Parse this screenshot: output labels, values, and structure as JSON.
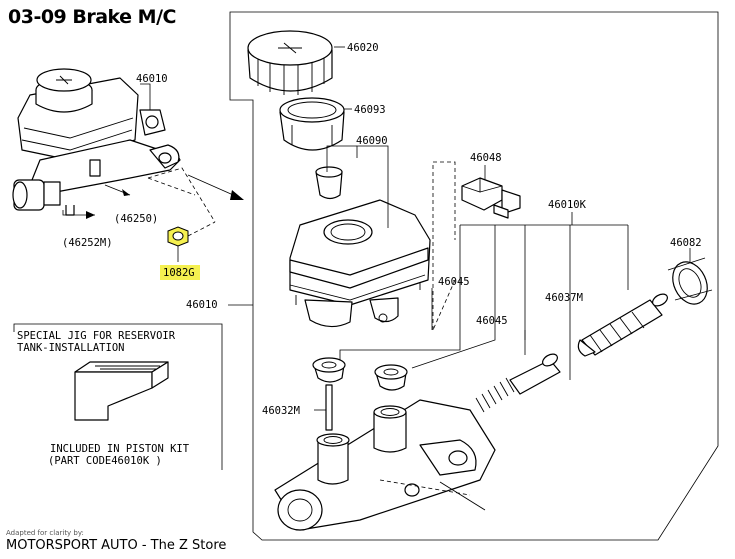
{
  "title": "03-09 Brake M/C",
  "labels": {
    "p46010_top": "46010",
    "p46250": "(46250)",
    "p46252m": "(46252M)",
    "p1082g": "1082G",
    "p46010_side": "46010",
    "p46020": "46020",
    "p46093": "46093",
    "p46090": "46090",
    "p46048": "46048",
    "p46010k": "46010K",
    "p46082": "46082",
    "p46045_a": "46045",
    "p46045_b": "46045",
    "p46037m": "46037M",
    "p46032m": "46032M"
  },
  "jig": {
    "title_line1": "SPECIAL JIG FOR RESERVOIR",
    "title_line2": "TANK-INSTALLATION",
    "note_line1": "INCLUDED IN PISTON KIT",
    "note_line2": "(PART CODE46010K )"
  },
  "footer": {
    "credit": "Adapted for clarity by:",
    "brand": "MOTORSPORT AUTO - The Z Store"
  },
  "colors": {
    "highlight": "#f5f050"
  }
}
